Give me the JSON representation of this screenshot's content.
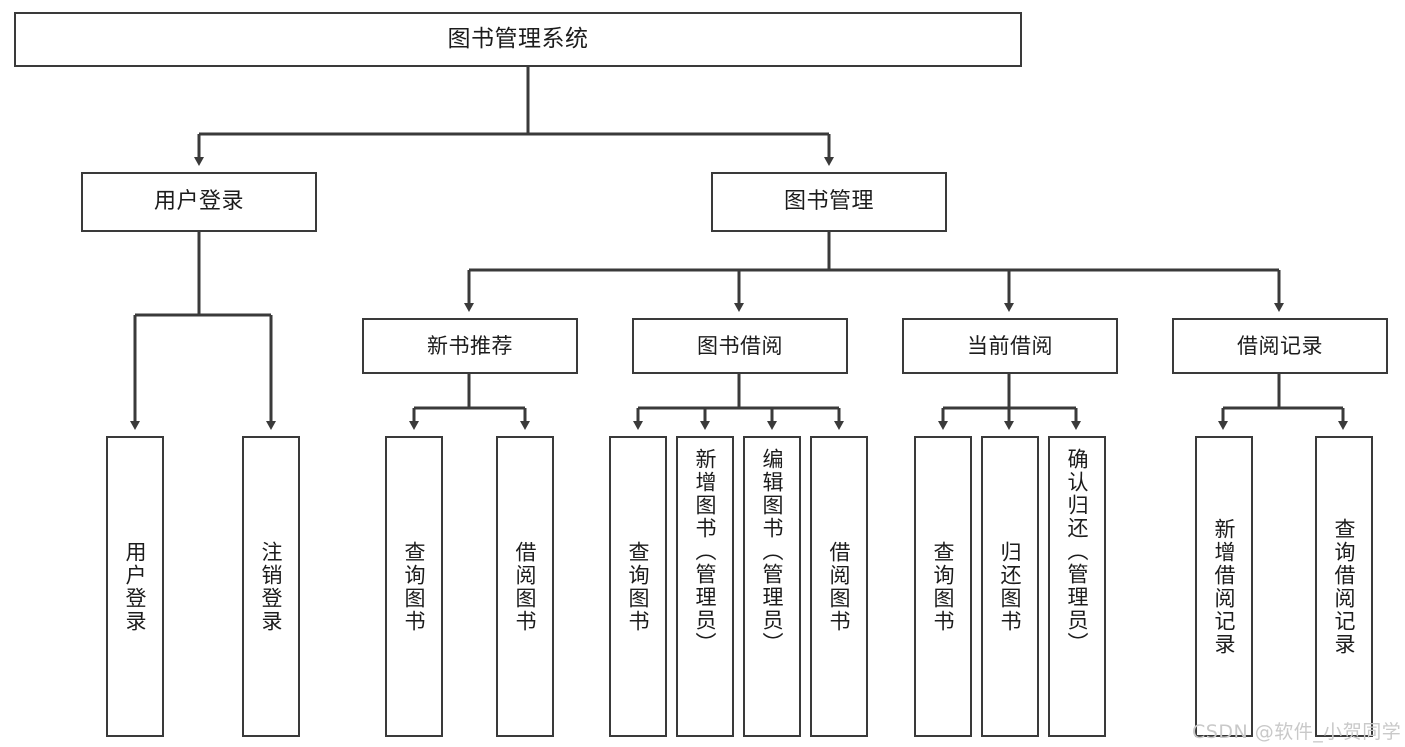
{
  "diagram": {
    "title": "图书管理系统",
    "type": "tree-hierarchy",
    "stroke_color": "#3a3a3a",
    "text_color": "#1c1c1c",
    "background": "#ffffff",
    "nodes": {
      "root": {
        "label": "图书管理系统"
      },
      "user_login": {
        "label": "用户登录"
      },
      "book_manage": {
        "label": "图书管理"
      },
      "new_book_rec": {
        "label": "新书推荐"
      },
      "book_borrow": {
        "label": "图书借阅"
      },
      "current_borrow": {
        "label": "当前借阅"
      },
      "borrow_record": {
        "label": "借阅记录"
      },
      "leaf_user_login": {
        "label": "用户登录"
      },
      "leaf_logout": {
        "label": "注销登录"
      },
      "leaf_query_book_1": {
        "label": "查询图书"
      },
      "leaf_borrow_book_1": {
        "label": "借阅图书"
      },
      "leaf_query_book_2": {
        "label": "查询图书"
      },
      "leaf_add_book": {
        "label": "新增图书（管理员）"
      },
      "leaf_edit_book": {
        "label": "编辑图书（管理员）"
      },
      "leaf_borrow_book_2": {
        "label": "借阅图书"
      },
      "leaf_query_book_3": {
        "label": "查询图书"
      },
      "leaf_return_book": {
        "label": "归还图书"
      },
      "leaf_confirm_return": {
        "label": "确认归还（管理员）"
      },
      "leaf_add_record": {
        "label": "新增借阅记录"
      },
      "leaf_query_record": {
        "label": "查询借阅记录"
      }
    }
  },
  "watermark": {
    "text": "CSDN @软件_小贺同学"
  }
}
